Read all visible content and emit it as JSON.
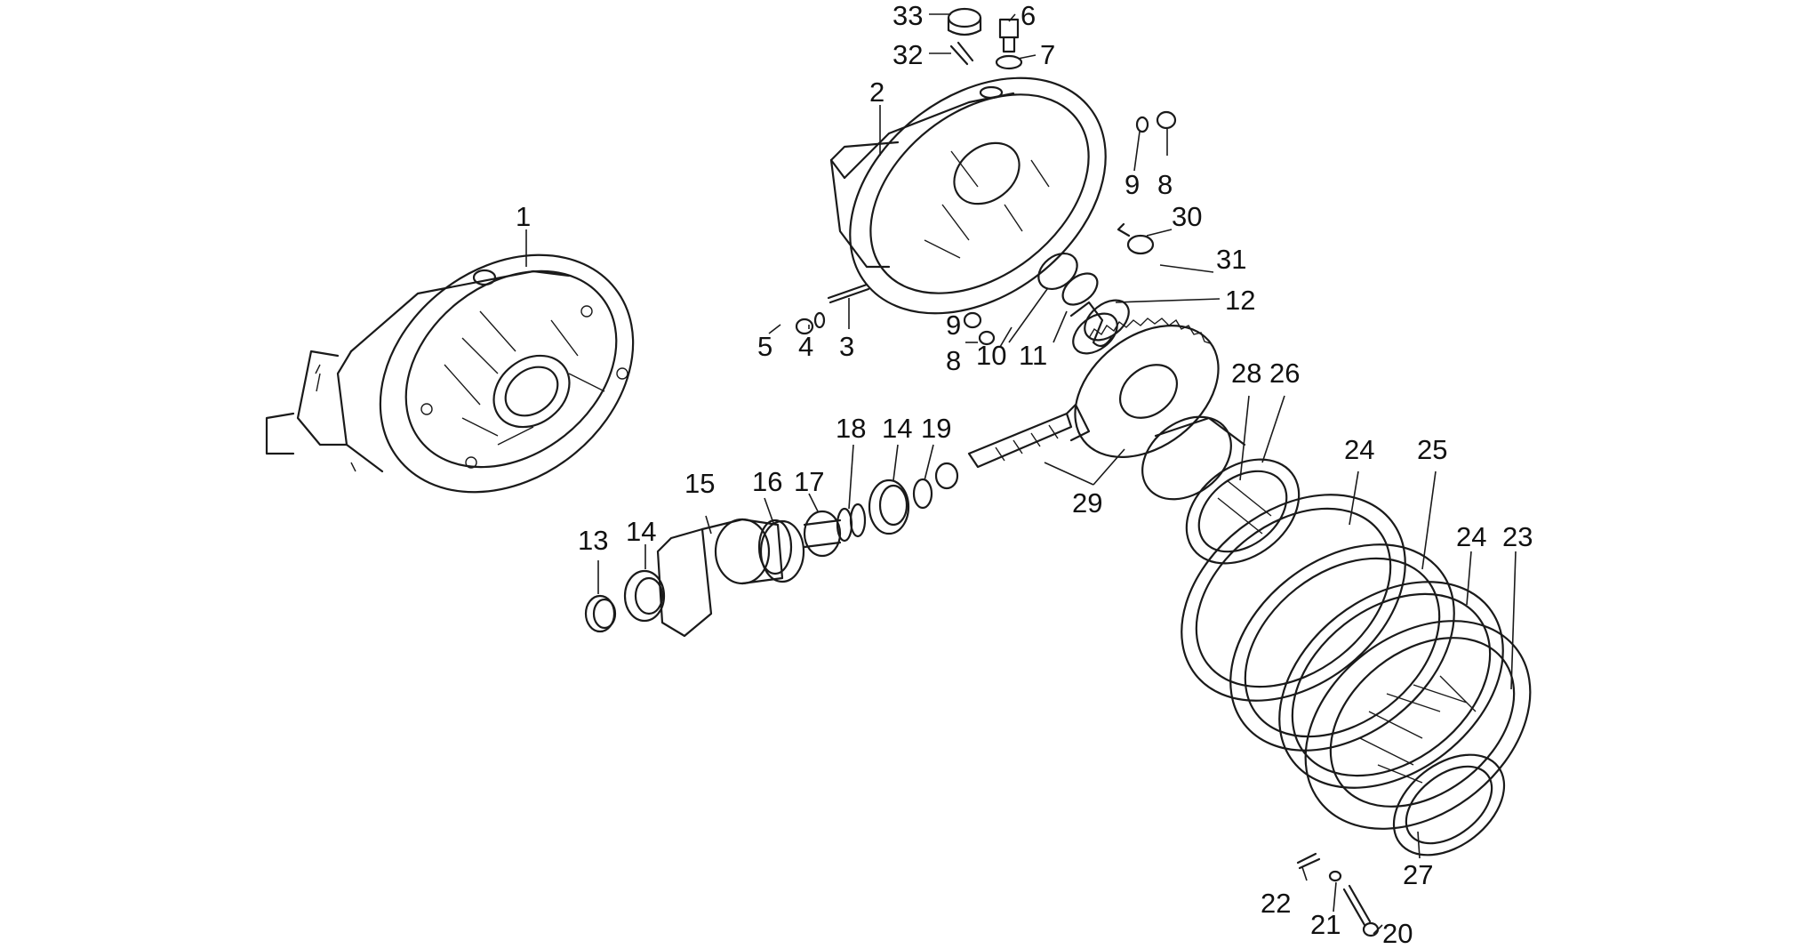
{
  "diagram": {
    "labels": [
      {
        "id": "1",
        "text": "1"
      },
      {
        "id": "2",
        "text": "2"
      },
      {
        "id": "3",
        "text": "3"
      },
      {
        "id": "4",
        "text": "4"
      },
      {
        "id": "5",
        "text": "5"
      },
      {
        "id": "6",
        "text": "6"
      },
      {
        "id": "7",
        "text": "7"
      },
      {
        "id": "8a",
        "text": "8"
      },
      {
        "id": "8b",
        "text": "8"
      },
      {
        "id": "9a",
        "text": "9"
      },
      {
        "id": "9b",
        "text": "9"
      },
      {
        "id": "10",
        "text": "10"
      },
      {
        "id": "11",
        "text": "11"
      },
      {
        "id": "12",
        "text": "12"
      },
      {
        "id": "13",
        "text": "13"
      },
      {
        "id": "14a",
        "text": "14"
      },
      {
        "id": "14b",
        "text": "14"
      },
      {
        "id": "15",
        "text": "15"
      },
      {
        "id": "16",
        "text": "16"
      },
      {
        "id": "17",
        "text": "17"
      },
      {
        "id": "18",
        "text": "18"
      },
      {
        "id": "19",
        "text": "19"
      },
      {
        "id": "20",
        "text": "20"
      },
      {
        "id": "21",
        "text": "21"
      },
      {
        "id": "22",
        "text": "22"
      },
      {
        "id": "23",
        "text": "23"
      },
      {
        "id": "24a",
        "text": "24"
      },
      {
        "id": "24b",
        "text": "24"
      },
      {
        "id": "25",
        "text": "25"
      },
      {
        "id": "26",
        "text": "26"
      },
      {
        "id": "27",
        "text": "27"
      },
      {
        "id": "28",
        "text": "28"
      },
      {
        "id": "29",
        "text": "29"
      },
      {
        "id": "30",
        "text": "30"
      },
      {
        "id": "31",
        "text": "31"
      },
      {
        "id": "32",
        "text": "32"
      },
      {
        "id": "33",
        "text": "33"
      }
    ]
  }
}
